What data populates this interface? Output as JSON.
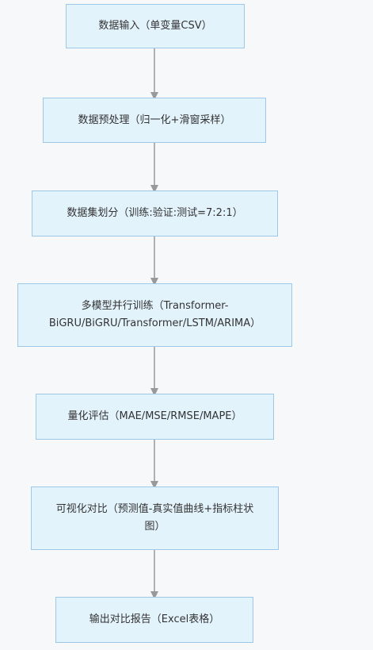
{
  "diagram": {
    "nodes": [
      {
        "id": "input",
        "label": "数据输入（单变量CSV）"
      },
      {
        "id": "preprocess",
        "label": "数据预处理（归一化+滑窗采样）"
      },
      {
        "id": "split",
        "label": "数据集划分（训练:验证:测试=7:2:1）"
      },
      {
        "id": "train",
        "label": "多模型并行训练（Transformer-BiGRU/BiGRU/Transformer/LSTM/ARIMA）"
      },
      {
        "id": "evaluate",
        "label": "量化评估（MAE/MSE/RMSE/MAPE）"
      },
      {
        "id": "visualize",
        "label": "可视化对比（预测值-真实值曲线+指标柱状图）"
      },
      {
        "id": "report",
        "label": "输出对比报告（Excel表格）"
      }
    ],
    "edges": [
      {
        "from": "input",
        "to": "preprocess"
      },
      {
        "from": "preprocess",
        "to": "split"
      },
      {
        "from": "split",
        "to": "train"
      },
      {
        "from": "train",
        "to": "evaluate"
      },
      {
        "from": "evaluate",
        "to": "visualize"
      },
      {
        "from": "visualize",
        "to": "report"
      }
    ],
    "colors": {
      "node_fill": "#e3f3fc",
      "node_border": "#9ec8ea",
      "edge": "#999999",
      "text": "#333333",
      "background": "#f7f8fa"
    }
  }
}
